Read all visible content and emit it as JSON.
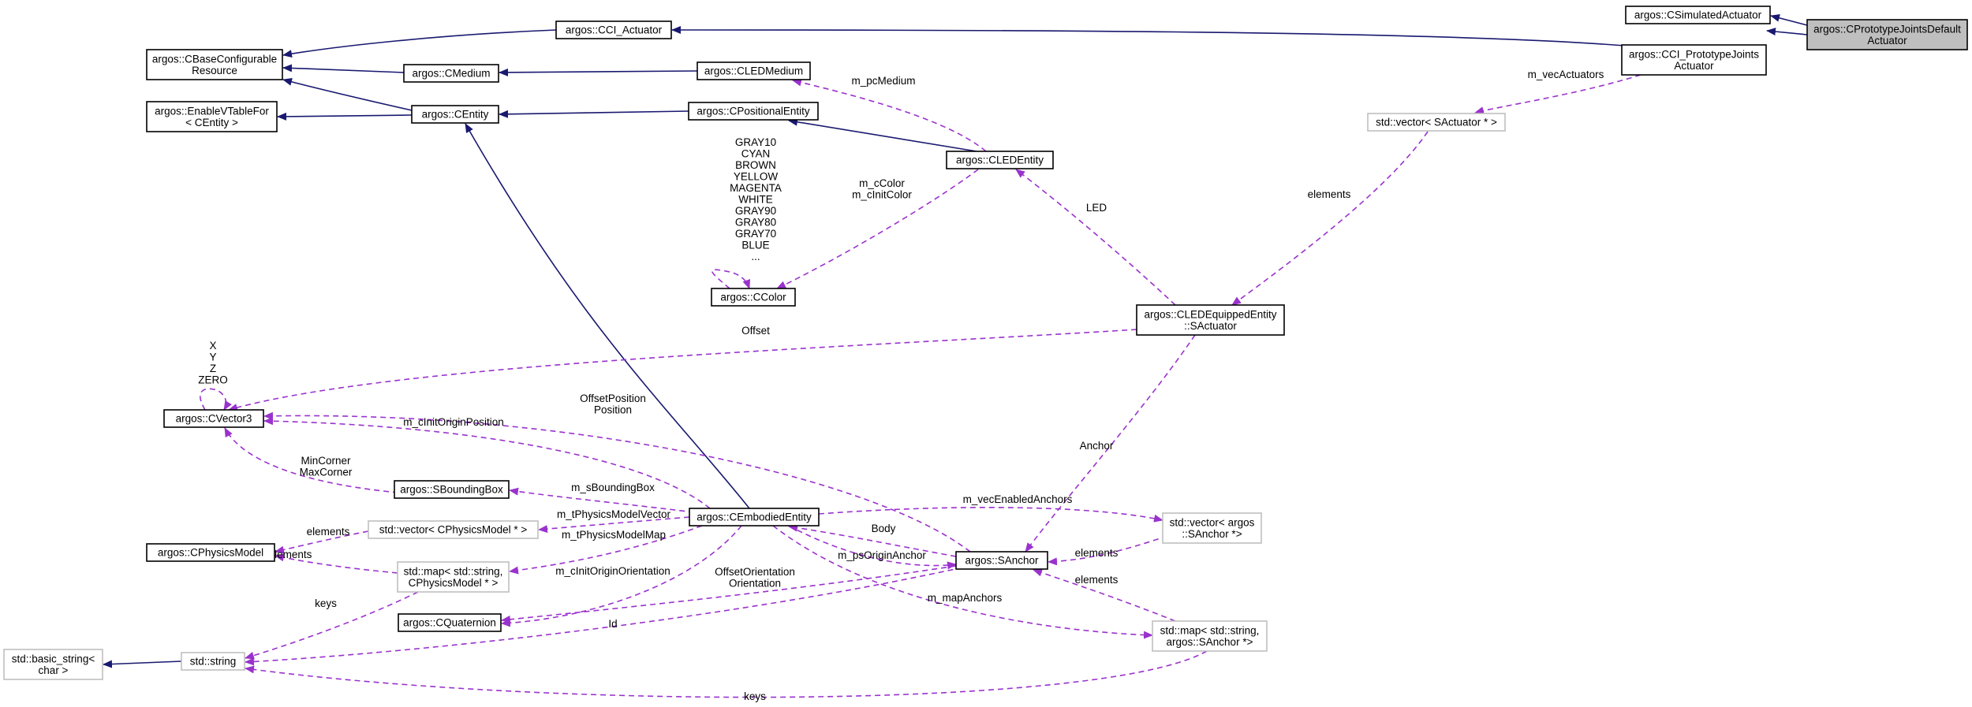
{
  "colors": {
    "inherit": "#191970",
    "usage": "#9a32cd",
    "node_border": "#000000",
    "template_border": "#bfbfbf",
    "highlight_fill": "#bfbfbf"
  },
  "nodes": {
    "simulated_actuator": [
      "argos::CSimulatedActuator"
    ],
    "prototype_default": [
      "argos::CPrototypeJointsDefault",
      "Actuator"
    ],
    "cci_actuator": [
      "argos::CCI_Actuator"
    ],
    "cci_prototype": [
      "argos::CCI_PrototypeJoints",
      "Actuator"
    ],
    "base_configurable": [
      "argos::CBaseConfigurable",
      "Resource"
    ],
    "cmedium": [
      "argos::CMedium"
    ],
    "cledmedium": [
      "argos::CLEDMedium"
    ],
    "enable_vtable": [
      "argos::EnableVTableFor",
      "< CEntity >"
    ],
    "centity": [
      "argos::CEntity"
    ],
    "positional": [
      "argos::CPositionalEntity"
    ],
    "ledentity": [
      "argos::CLEDEntity"
    ],
    "vector_sactuator": [
      "std::vector< SActuator * >"
    ],
    "ccolor": [
      "argos::CColor"
    ],
    "ledequipped": [
      "argos::CLEDEquippedEntity",
      "::SActuator"
    ],
    "cvector3": [
      "argos::CVector3"
    ],
    "sbounding": [
      "argos::SBoundingBox"
    ],
    "embodied": [
      "argos::CEmbodiedEntity"
    ],
    "vector_physics": [
      "std::vector< CPhysicsModel * >"
    ],
    "vector_anchor": [
      "std::vector< argos",
      "::SAnchor *>"
    ],
    "cphysics": [
      "argos::CPhysicsModel"
    ],
    "map_physics": [
      "std::map< std::string,",
      "CPhysicsModel * >"
    ],
    "sanchor": [
      "argos::SAnchor"
    ],
    "cquaternion": [
      "argos::CQuaternion"
    ],
    "map_anchor": [
      "std::map< std::string,",
      "argos::SAnchor *>"
    ],
    "basic_string": [
      "std::basic_string<",
      "char >"
    ],
    "stdstring": [
      "std::string"
    ]
  },
  "edge_labels": {
    "m_pcMedium": [
      "m_pcMedium"
    ],
    "m_vecActuators": [
      "m_vecActuators"
    ],
    "colors": [
      "GRAY10",
      "CYAN",
      "BROWN",
      "YELLOW",
      "MAGENTA",
      "WHITE",
      "GRAY90",
      "GRAY80",
      "GRAY70",
      "BLUE",
      "..."
    ],
    "m_cColor": [
      "m_cColor",
      "m_cInitColor"
    ],
    "LED": [
      "LED"
    ],
    "elements_actuator": [
      "elements"
    ],
    "xyz": [
      "X",
      "Y",
      "Z",
      "ZERO"
    ],
    "Offset": [
      "Offset"
    ],
    "OffsetPosition": [
      "OffsetPosition",
      "Position"
    ],
    "m_cInitOriginPosition": [
      "m_cInitOriginPosition"
    ],
    "Anchor": [
      "Anchor"
    ],
    "MinMax": [
      "MinCorner",
      "MaxCorner"
    ],
    "m_sBoundingBox": [
      "m_sBoundingBox"
    ],
    "m_vecEnabledAnchors": [
      "m_vecEnabledAnchors"
    ],
    "m_tPhysicsModelVector": [
      "m_tPhysicsModelVector"
    ],
    "elements_phys_vec": [
      "elements"
    ],
    "Body": [
      "Body"
    ],
    "m_tPhysicsModelMap": [
      "m_tPhysicsModelMap"
    ],
    "elements_phys_map": [
      "elements"
    ],
    "elements_anchor_vec": [
      "elements"
    ],
    "m_psOriginAnchor": [
      "m_psOriginAnchor"
    ],
    "m_cInitOriginOrientation": [
      "m_cInitOriginOrientation"
    ],
    "OffsetOrientation": [
      "OffsetOrientation",
      "Orientation"
    ],
    "elements_anchor_map": [
      "elements"
    ],
    "keys_phys": [
      "keys"
    ],
    "m_mapAnchors": [
      "m_mapAnchors"
    ],
    "Id": [
      "Id"
    ],
    "keys_anchor": [
      "keys"
    ]
  }
}
